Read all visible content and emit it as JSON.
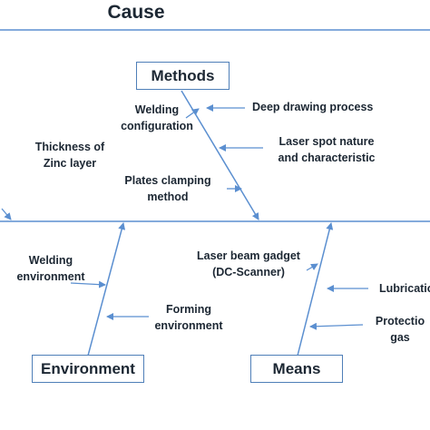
{
  "title": "Cause",
  "colors": {
    "line": "#5b8fd0",
    "box_border": "#4f7fb8",
    "text": "#1c2733"
  },
  "categories": {
    "methods": "Methods",
    "environment": "Environment",
    "means": "Means"
  },
  "causes": {
    "welding_configuration": [
      "Welding",
      "configuration"
    ],
    "deep_drawing": "Deep drawing process",
    "laser_spot": [
      "Laser spot nature",
      "and characteristic"
    ],
    "plates_clamping": [
      "Plates clamping",
      "method"
    ],
    "thickness_zinc": [
      "Thickness of",
      "Zinc layer"
    ],
    "welding_environment": [
      "Welding",
      "environment"
    ],
    "forming_environment": [
      "Forming",
      "environment"
    ],
    "laser_beam_gadget": [
      "Laser beam gadget",
      "(DC-Scanner)"
    ],
    "lubrication": "Lubricatio",
    "protection_gas": [
      "Protectio",
      "gas"
    ]
  }
}
